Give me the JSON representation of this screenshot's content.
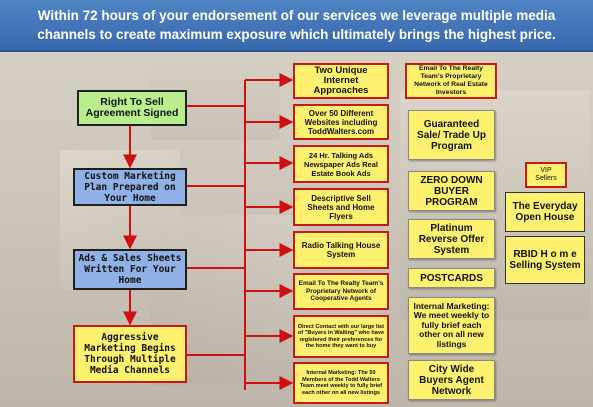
{
  "header": {
    "line1": "Within 72 hours  of your endorsement of our services we leverage multiple media",
    "line2": "channels to create maximum exposure which ultimately brings the highest price."
  },
  "steps": [
    {
      "label": "Right To Sell Agreement Signed"
    },
    {
      "label": "Custom Marketing Plan Prepared on Your Home"
    },
    {
      "label": "Ads & Sales Sheets Written For Your Home"
    },
    {
      "label": "Aggressive Marketing Begins Through Multiple Media Channels"
    }
  ],
  "channels": [
    {
      "label": "Two Unique Internet Approaches"
    },
    {
      "label": "Over 50 Different Websites including ToddWalters.com"
    },
    {
      "label": "24 Hr. Talking Ads Newspaper Ads Real Estate Book Ads"
    },
    {
      "label": "Descriptive Sell Sheets and Home Flyers"
    },
    {
      "label": "Radio Talking House System"
    },
    {
      "label": "Email To The Realty Team's Proprietary Network of Cooperative Agents"
    },
    {
      "label": "Direct Contact with our large list of \"Buyers in Waiting\" who have registered their preferences for the home they want to buy"
    },
    {
      "label": "Internal Marketing: The 50 Members of the Todd Walters Team meet weekly to fully brief each other on all new listings"
    }
  ],
  "programs": [
    {
      "label": "Email To The Realty Team's Proprietary Network of Real Estate Investors"
    },
    {
      "label": "Guaranteed Sale/ Trade Up Program"
    },
    {
      "label": "ZERO DOWN BUYER PROGRAM"
    },
    {
      "label": "Platinum Reverse Offer System"
    },
    {
      "label": "POSTCARDS"
    },
    {
      "label": "Internal Marketing: We meet weekly to fully brief each other on all new listings"
    },
    {
      "label": "City Wide Buyers Agent Network"
    }
  ],
  "extras": [
    {
      "label": "VIP Sellers"
    },
    {
      "label": "The Everyday Open House"
    },
    {
      "label": "RBID H o m e Selling System"
    }
  ],
  "colors": {
    "banner": "#3d70b4",
    "step_green": "#b8ef8c",
    "step_blue": "#8fb1e6",
    "step_yellow": "#fff170",
    "connector_red": "#d01010"
  }
}
